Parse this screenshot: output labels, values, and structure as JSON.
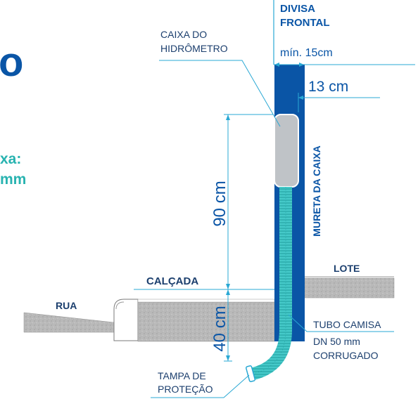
{
  "fragments": {
    "title_letter": "o",
    "subtitle_line1": "xa:",
    "subtitle_line2": "mm"
  },
  "labels": {
    "divisa_line1": "DIVISA",
    "divisa_line2": "FRONTAL",
    "caixa_line1": "CAIXA DO",
    "caixa_line2": "HIDRÔMETRO",
    "min": "mín. 15cm",
    "width13": "13 cm",
    "height90": "90 cm",
    "height40": "40 cm",
    "mureta": "MURETA DA CAIXA",
    "lote": "LOTE",
    "calcada": "CALÇADA",
    "rua": "RUA",
    "tubo": "TUBO CAMISA",
    "dn_line1": "DN 50 mm",
    "dn_line2": "CORRUGADO",
    "tampa_line1": "TAMPA DE",
    "tampa_line2": "PROTEÇÃO"
  },
  "colors": {
    "brand_blue": "#0a55a6",
    "light_blue": "#2aa8d4",
    "teal": "#28b3b0",
    "pipe": "#3cc6c6",
    "concrete": "#b8b8b8",
    "box_gray": "#bfc3c7",
    "text_dark": "#1c3f6e"
  }
}
